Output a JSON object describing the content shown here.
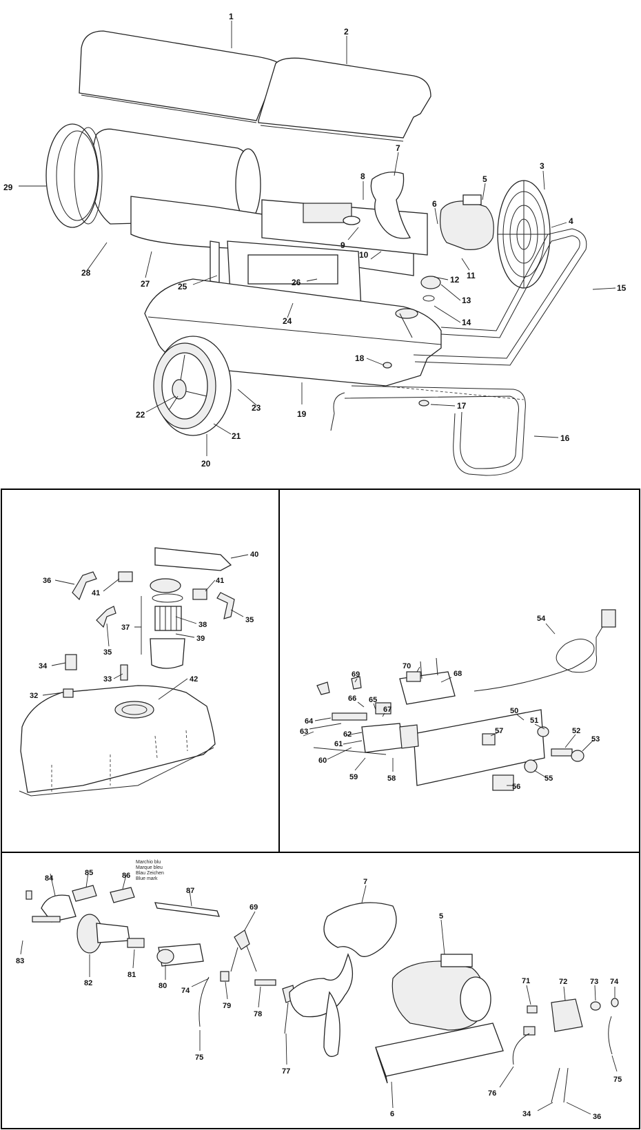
{
  "main_labels": [
    "1",
    "2",
    "3",
    "4",
    "5",
    "6",
    "7",
    "8",
    "9",
    "10",
    "11",
    "12",
    "13",
    "14",
    "15",
    "16",
    "17",
    "18",
    "19",
    "20",
    "21",
    "22",
    "23",
    "24",
    "25",
    "26",
    "27",
    "28",
    "29"
  ],
  "tank_labels": [
    "40",
    "36",
    "41",
    "41",
    "35",
    "37",
    "38",
    "39",
    "35",
    "34",
    "33",
    "42",
    "32"
  ],
  "electrical_labels": [
    "54",
    "70",
    "68",
    "69",
    "66",
    "65",
    "67",
    "64",
    "63",
    "62",
    "61",
    "60",
    "59",
    "58",
    "50",
    "51",
    "52",
    "53",
    "57",
    "55",
    "56"
  ],
  "burner_labels": [
    "84",
    "85",
    "86",
    "87",
    "69",
    "7",
    "5",
    "83",
    "82",
    "81",
    "80",
    "74",
    "79",
    "78",
    "77",
    "75",
    "71",
    "72",
    "73",
    "74",
    "75",
    "76",
    "6",
    "34",
    "36"
  ],
  "note_lines": [
    "Marchio blu",
    "Marque bleu",
    "Blau Zeichen",
    "Blue mark"
  ]
}
